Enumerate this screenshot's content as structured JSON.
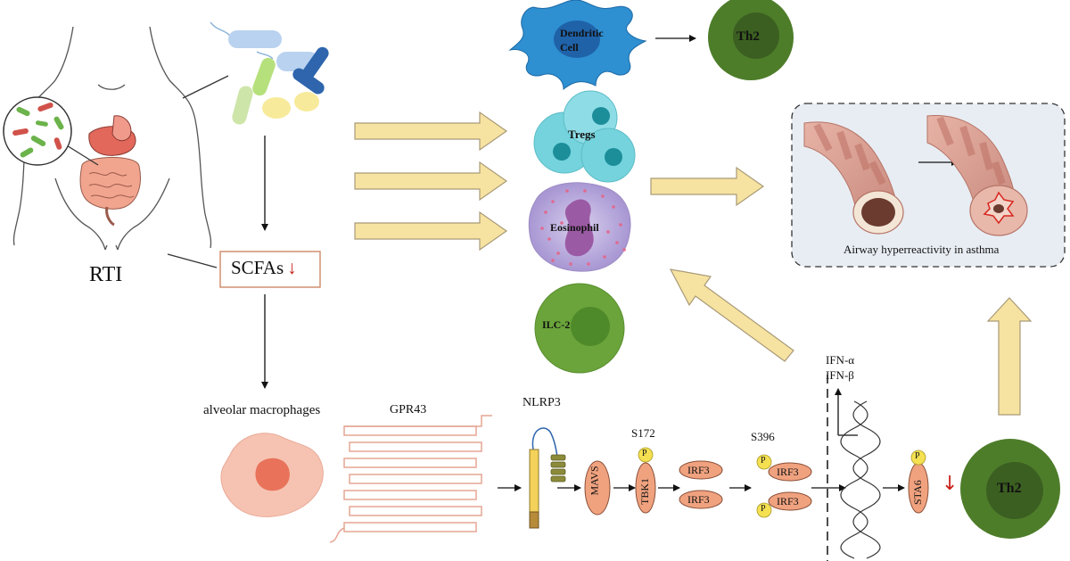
{
  "labels": {
    "rti": "RTI",
    "scfas": "SCFAs",
    "scfas_arrow": "↓",
    "alveolar_macrophages": "alveolar macrophages",
    "gpr43": "GPR43",
    "nlrp3": "NLRP3",
    "mavs": "MAVS",
    "tbk1": "TBK1",
    "s172": "S172",
    "s396": "S396",
    "irf3": "IRF3",
    "p": "P",
    "ifn_alpha": "IFN-α",
    "ifn_beta": "IFN-β",
    "stat6": "STA6",
    "th2_bottom": "Th2",
    "down_arrow": "↓",
    "dendritic_cell_line1": "Dendritic",
    "dendritic_cell_line2": "Cell",
    "th2_top": "Th2",
    "tregs": "Tregs",
    "eosinophil": "Eosinophil",
    "ilc2": "ILC-2",
    "airway_caption": "Airway hyperreactivity in asthma"
  },
  "colors": {
    "yellow_arrow_fill": "#f7e3a1",
    "yellow_arrow_stroke": "#a89a78",
    "th2_outer": "#4e7d2a",
    "th2_inner": "#3b5f21",
    "dendritic": "#2e8fd1",
    "tregs": "#74d3dd",
    "eosinophil": "#b9a9d8",
    "ilc2_outer": "#6aa43a",
    "airway_pink": "#d79a8f",
    "scfa_border": "#d09070",
    "down_arrow_red": "#c8231b"
  }
}
